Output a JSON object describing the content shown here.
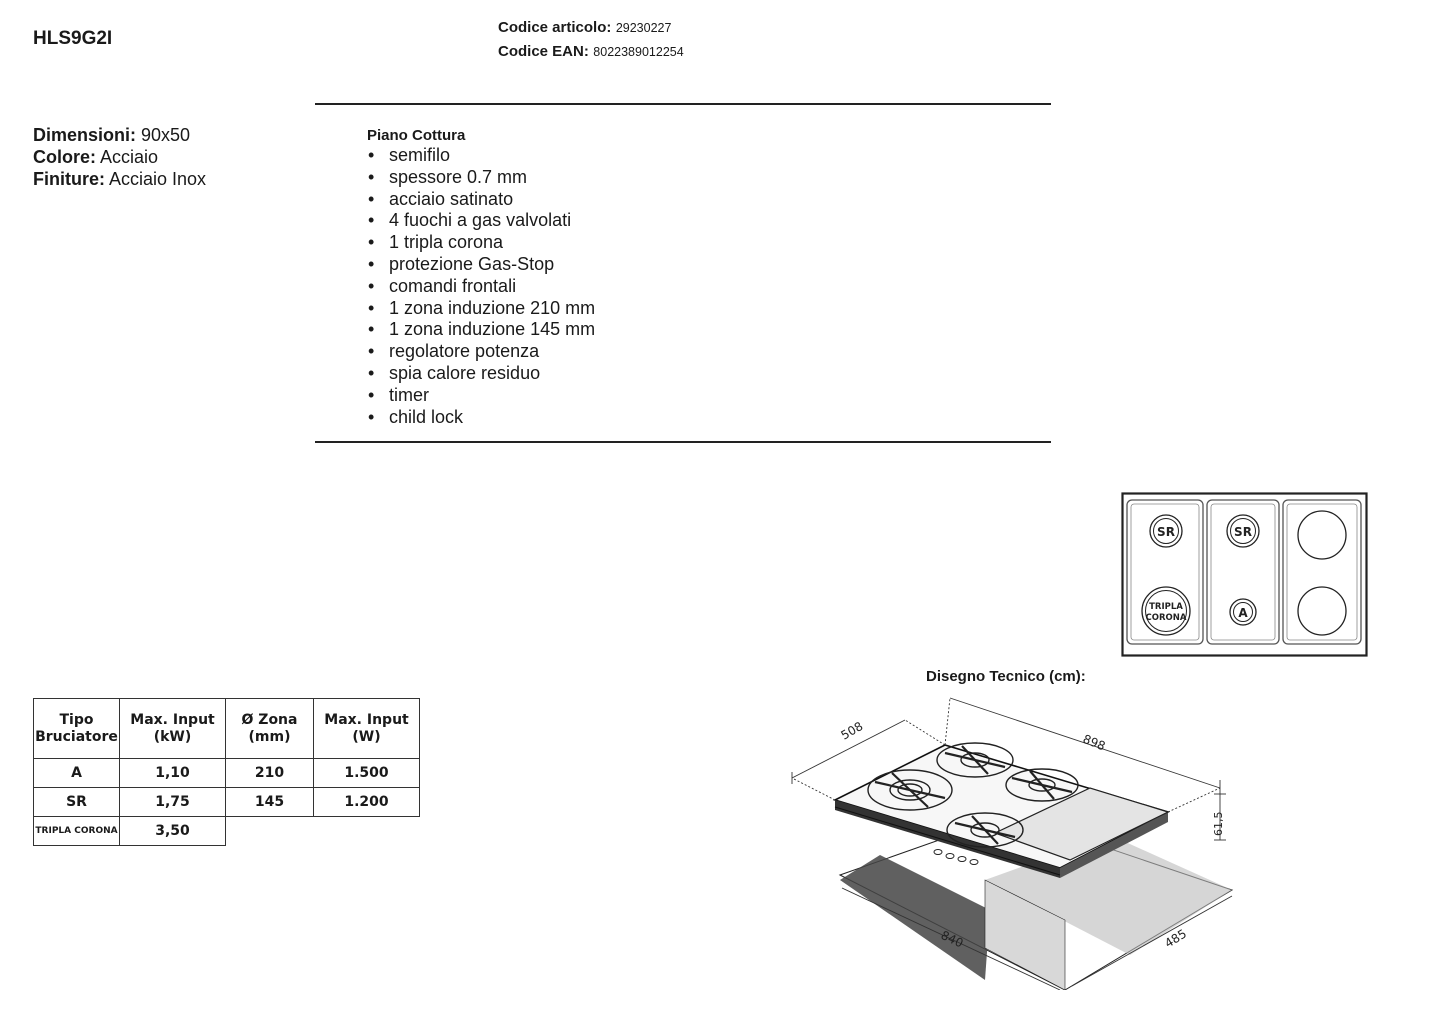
{
  "header": {
    "model": "HLS9G2I",
    "codice_articolo_label": "Codice articolo:",
    "codice_articolo": "29230227",
    "codice_ean_label": "Codice EAN:",
    "codice_ean": "8022389012254"
  },
  "specs": [
    {
      "label": "Dimensioni:",
      "value": " 90x50"
    },
    {
      "label": "Colore:",
      "value": " Acciaio"
    },
    {
      "label": "Finiture:",
      "value": " Acciaio Inox"
    }
  ],
  "features": {
    "title": "Piano Cottura",
    "items": [
      "semifilo",
      "spessore 0.7 mm",
      "acciaio satinato",
      "4 fuochi a gas valvolati",
      "1 tripla corona",
      "protezione Gas-Stop",
      "comandi frontali",
      "1 zona induzione 210 mm",
      "1 zona induzione 145 mm",
      "regolatore potenza",
      "spia calore residuo",
      "timer",
      "child lock"
    ]
  },
  "burner_table": {
    "headers": [
      [
        "Tipo",
        "Bruciatore"
      ],
      [
        "Max. Input",
        "(kW)"
      ],
      [
        "Ø Zona",
        "(mm)"
      ],
      [
        "Max. Input",
        "(W)"
      ]
    ],
    "rows": [
      [
        "A",
        "1,10",
        "210",
        "1.500"
      ],
      [
        "SR",
        "1,75",
        "145",
        "1.200"
      ],
      [
        "TRIPLA CORONA",
        "3,50",
        "",
        ""
      ]
    ]
  },
  "layout_diagram": {
    "labels": {
      "sr1": "SR",
      "sr2": "SR",
      "tripla_1": "TRIPLA",
      "tripla_2": "CORONA",
      "a": "A"
    }
  },
  "technical_drawing": {
    "title": "Disegno Tecnico (cm):",
    "dimensions": {
      "depth": "508",
      "width": "898",
      "height": "61,5",
      "cut_width": "840",
      "cut_depth": "485"
    }
  }
}
